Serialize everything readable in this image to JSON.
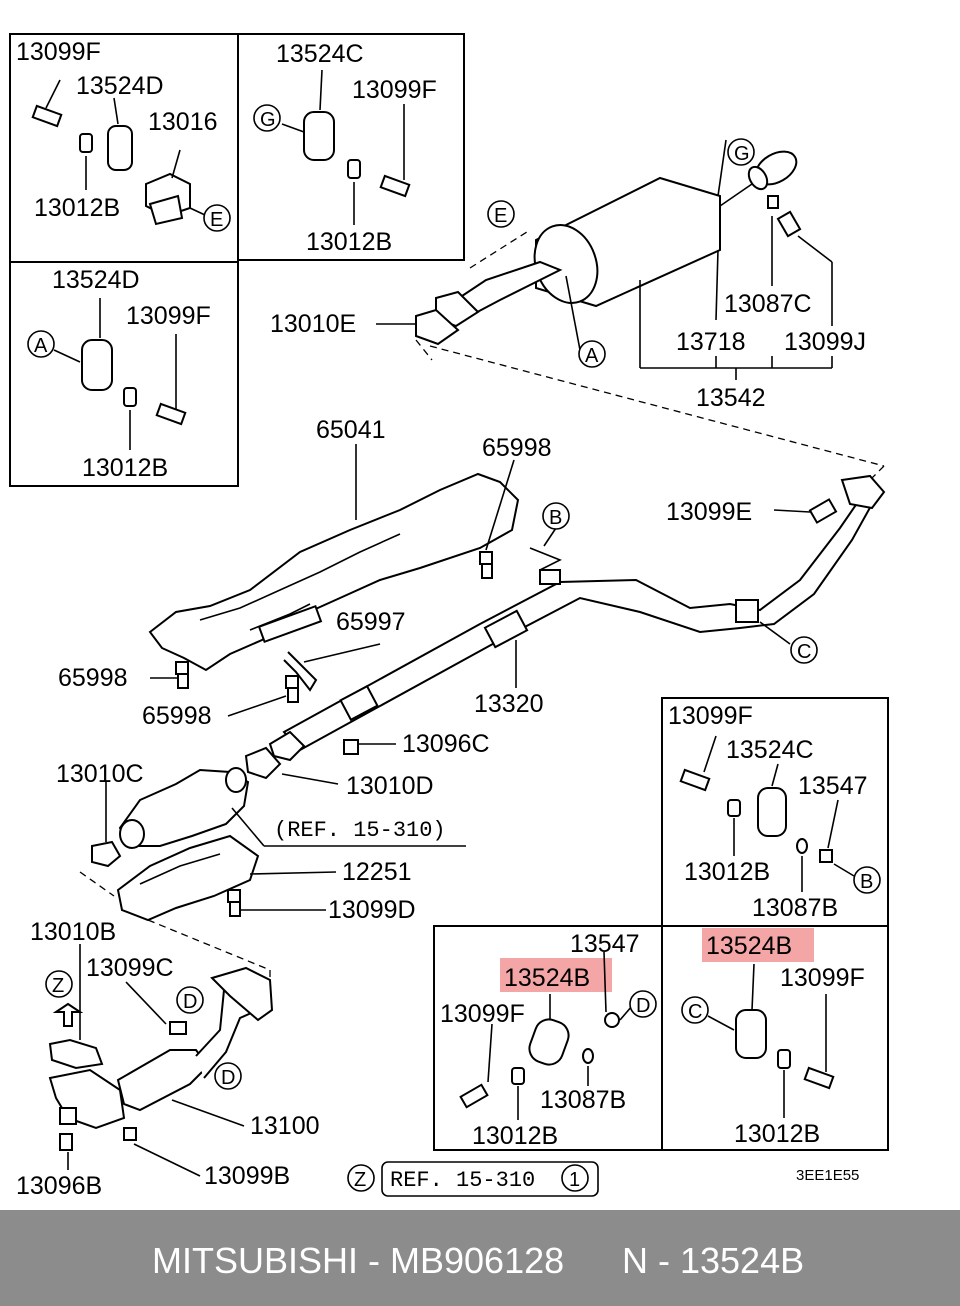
{
  "labels": {
    "box1": [
      "13099F",
      "13524D",
      "13016",
      "13012B"
    ],
    "box2": [
      "13524C",
      "13099F",
      "13012B"
    ],
    "box3": [
      "13524D",
      "13099F",
      "13012B"
    ],
    "muffler": [
      "13010E",
      "13087C",
      "13718",
      "13099J",
      "13542"
    ],
    "heat": [
      "65041",
      "65998",
      "65997",
      "65998",
      "65998"
    ],
    "pipe": [
      "13099E",
      "13320",
      "13096C",
      "13010D",
      "13010C",
      "12251",
      "13099D"
    ],
    "front": [
      "13010B",
      "13099C",
      "13100",
      "13096B",
      "13099B"
    ],
    "box4": [
      "13099F",
      "13524C",
      "13547",
      "13012B",
      "13087B"
    ],
    "box5": [
      "13547",
      "13524B",
      "13099F",
      "13087B",
      "13012B"
    ],
    "box6": [
      "13524B",
      "13099F",
      "13012B"
    ]
  },
  "refs": {
    "ref1": "(REF. 15-310)",
    "ref2": "REF. 15-310",
    "ref2_num": "1",
    "code": "3EE1E55"
  },
  "letters": {
    "A": "A",
    "B": "B",
    "C": "C",
    "D": "D",
    "E": "E",
    "G": "G",
    "Z": "Z"
  },
  "footer": {
    "brand": "MITSUBISHI - MB906128",
    "part": "N - 13524B"
  },
  "colors": {
    "highlight": "#f4a6a6",
    "footer_bg": "#8c8c8c"
  }
}
